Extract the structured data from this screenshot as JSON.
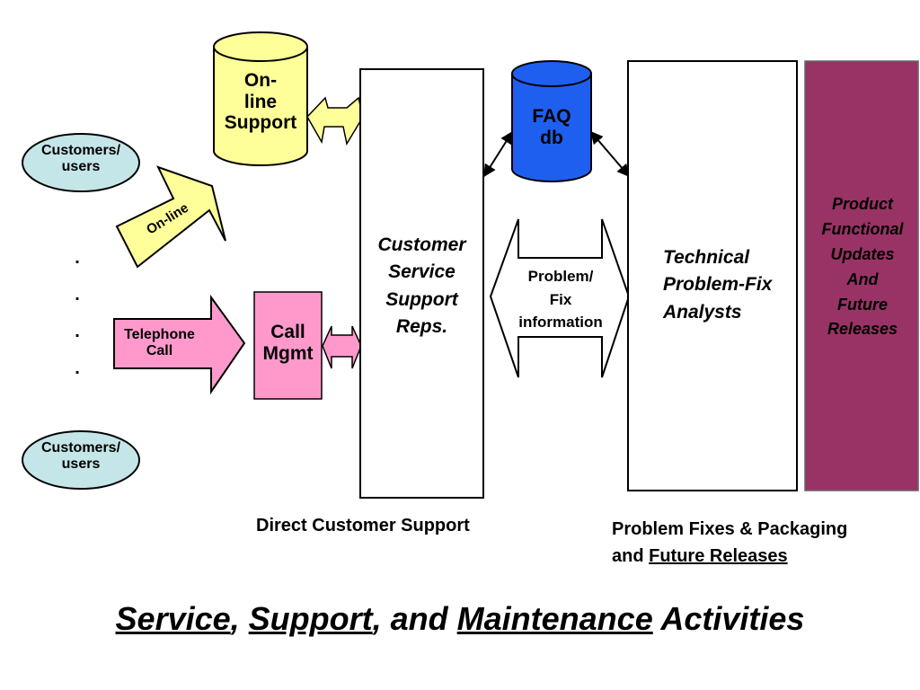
{
  "nodes": {
    "online_support": {
      "line1": "On-",
      "line2": "line",
      "line3": "Support"
    },
    "customers_top": {
      "line1": "Customers/",
      "line2": "users"
    },
    "customers_bottom": {
      "line1": "Customers/",
      "line2": "users"
    },
    "online_arrow": {
      "label": "On-line"
    },
    "telephone_arrow": {
      "line1": "Telephone",
      "line2": "Call"
    },
    "call_mgmt": {
      "line1": "Call",
      "line2": "Mgmt"
    },
    "csr": {
      "line1": "Customer",
      "line2": "Service",
      "line3": "Support",
      "line4": "Reps."
    },
    "faq": {
      "line1": "FAQ",
      "line2": "db"
    },
    "problem_fix": {
      "line1": "Problem/",
      "line2": "Fix",
      "line3": "information"
    },
    "technical": {
      "line1": "Technical",
      "line2": "Problem-Fix",
      "line3": "Analysts"
    },
    "product": {
      "line1": "Product",
      "line2": "Functional",
      "line3": "Updates",
      "line4": "And",
      "line5": "Future",
      "line6": "Releases"
    }
  },
  "dots": [
    ".",
    ".",
    ".",
    "."
  ],
  "captions": {
    "direct": "Direct Customer Support",
    "fixes_line1": "Problem Fixes & Packaging",
    "fixes_line2_prefix": "and ",
    "fixes_line2_underlined": "Future Releases"
  },
  "title": {
    "word1": "Service",
    "sep1": ", ",
    "word2": "Support",
    "sep2": ", and ",
    "word3": "Maintenance",
    "tail": " Activities"
  },
  "colors": {
    "online_support_fill": "#ffff99",
    "customers_fill": "#c5e6e8",
    "online_arrow_fill": "#ffff99",
    "telephone_fill": "#ff99cc",
    "call_mgmt_fill": "#ff99cc",
    "faq_fill": "#1f5ff0",
    "product_fill": "#993366",
    "box_stroke": "#000000"
  }
}
